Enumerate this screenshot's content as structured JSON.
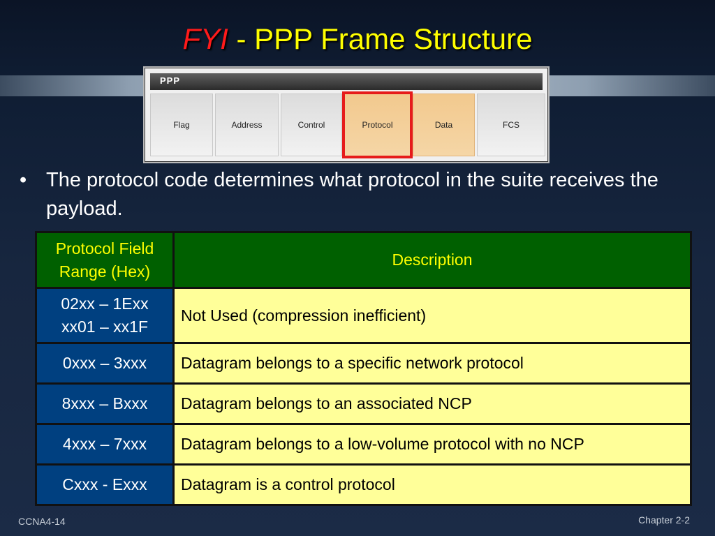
{
  "slide": {
    "title_italic": "FYI",
    "title_rest": " - PPP Frame Structure",
    "bullet": "The protocol code determines what protocol in the suite receives the payload.",
    "bullet_glyph": "•"
  },
  "frame_diagram": {
    "label": "PPP",
    "fields": [
      "Flag",
      "Address",
      "Control",
      "Protocol",
      "Data",
      "FCS"
    ],
    "highlighted_field": "Protocol",
    "highlight_color": "#e61b1b"
  },
  "table": {
    "headers": [
      "Protocol Field Range (Hex)",
      "Description"
    ],
    "rows": [
      {
        "range": "02xx – 1Exx",
        "range2": "xx01 – xx1F",
        "description": "Not Used (compression inefficient)"
      },
      {
        "range": "0xxx – 3xxx",
        "description": "Datagram belongs to a specific network protocol"
      },
      {
        "range": "8xxx – Bxxx",
        "description": "Datagram belongs to an associated NCP"
      },
      {
        "range": "4xxx – 7xxx",
        "description": "Datagram belongs to a low-volume protocol with no NCP"
      },
      {
        "range": "Cxxx - Exxx",
        "description": "Datagram is a control protocol"
      }
    ]
  },
  "footer": {
    "left": "CCNA4-14",
    "right": "Chapter 2-2"
  },
  "colors": {
    "title": "#ffff00",
    "title_italic": "#ff1a1a",
    "header_bg": "#006000",
    "header_text": "#ffff00",
    "range_bg": "#004080",
    "desc_bg": "#ffff99"
  }
}
